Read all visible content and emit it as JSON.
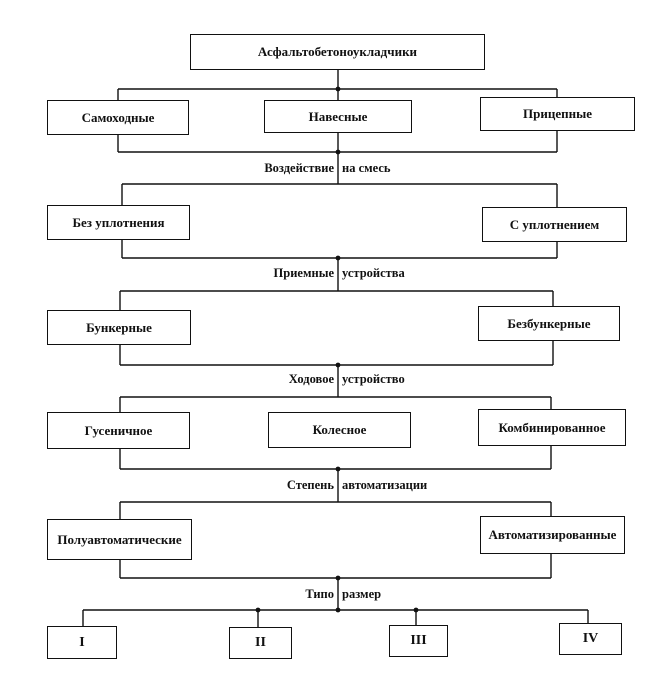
{
  "root": "Асфальтобетоноукладчики",
  "levels": [
    {
      "items": [
        "Самоходные",
        "Навесные",
        "Прицепные"
      ]
    },
    {
      "heading_left": "Воздействие",
      "heading_right": "на смесь",
      "items": [
        "Без уплотнения",
        "С уплотнением"
      ]
    },
    {
      "heading_left": "Приемные",
      "heading_right": "устройства",
      "items": [
        "Бункерные",
        "Безбункерные"
      ]
    },
    {
      "heading_left": "Ходовое",
      "heading_right": "устройство",
      "items": [
        "Гусеничное",
        "Колесное",
        "Комбинированное"
      ]
    },
    {
      "heading_left": "Степень",
      "heading_right": "автоматизации",
      "items": [
        "Полуавтоматические",
        "Автоматизированные"
      ]
    },
    {
      "heading_left": "Типо",
      "heading_right": "размер",
      "items": [
        "I",
        "II",
        "III",
        "IV"
      ]
    }
  ]
}
